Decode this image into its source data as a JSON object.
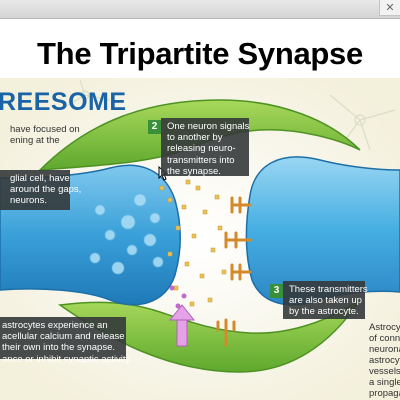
{
  "window": {
    "close_glyph": "✕"
  },
  "page_title": "The Tripartite Synapse",
  "heading_fragment": "REESOME",
  "left_intro_lines": [
    "have focused on",
    "ening at the"
  ],
  "left_callout_lines": [
    "glial cell, have",
    "around the gaps,",
    "neurons."
  ],
  "bottom_callout_lines": [
    "astrocytes experience an",
    "acellular calcium and release",
    "their own into the synapse.",
    "ance or inhibit synaptic activity."
  ],
  "step2": {
    "number": "2",
    "lines": [
      "One neuron signals",
      "to another by",
      "releasing neuro-",
      "transmitters into",
      "the synapse."
    ]
  },
  "step3": {
    "number": "3",
    "lines": [
      "These transmitters",
      "are also taken up",
      "by the astrocyte."
    ]
  },
  "right_fragment_lines": [
    "Astrocyt",
    "of conne",
    "neurona",
    "astrocyt",
    "vessels.",
    "a single",
    "propaga"
  ],
  "colors": {
    "neuron_blue": "#3aa0d8",
    "astrocyte_green": "#7cc142",
    "receptor_orange": "#e8a13a",
    "callout_bg": "#34383a",
    "badge_green": "#3a8f3a",
    "heading_blue": "#1a63a6",
    "background": "#fbf9ee"
  },
  "icons": [
    "close-icon",
    "cursor-icon",
    "receptor-icon",
    "calcium-arrow-icon"
  ]
}
